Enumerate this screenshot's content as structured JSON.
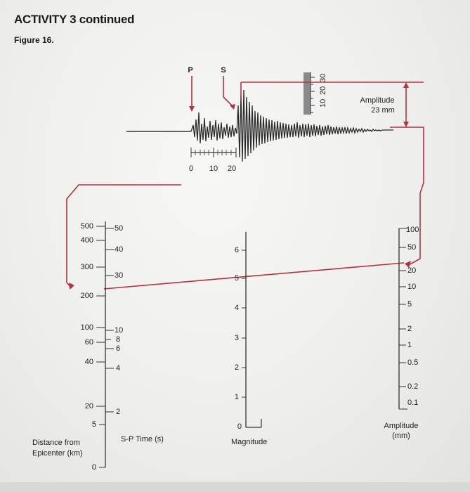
{
  "header": {
    "title": "ACTIVITY 3 continued",
    "figure_label": "Figure 16."
  },
  "seismogram": {
    "p_label": "P",
    "s_label": "S",
    "time_scale_ticks": [
      "0",
      "10",
      "20"
    ],
    "amplitude_scale_ticks": [
      "10",
      "20",
      "30"
    ],
    "amplitude_label": "Amplitude",
    "amplitude_value": "23 mm"
  },
  "nomogram": {
    "distance": {
      "ticks": [
        "500",
        "400",
        "300",
        "200",
        "100",
        "60",
        "40",
        "20",
        "5",
        "0"
      ],
      "title_line1": "Distance from",
      "title_line2": "Epicenter (km)"
    },
    "sp_time": {
      "ticks": [
        "50",
        "40",
        "30",
        "10",
        "8",
        "6",
        "4",
        "2"
      ],
      "title": "S-P Time (s)"
    },
    "magnitude": {
      "ticks": [
        "6",
        "5",
        "4",
        "3",
        "2",
        "1",
        "0"
      ],
      "title": "Magnitude"
    },
    "amplitude": {
      "ticks": [
        "100",
        "50",
        "20",
        "10",
        "5",
        "2",
        "1",
        "0.5",
        "0.2",
        "0.1"
      ],
      "title_line1": "Amplitude",
      "title_line2": "(mm)"
    }
  },
  "colors": {
    "construction_line": "#b4323e",
    "ink": "#1e1e1e"
  }
}
